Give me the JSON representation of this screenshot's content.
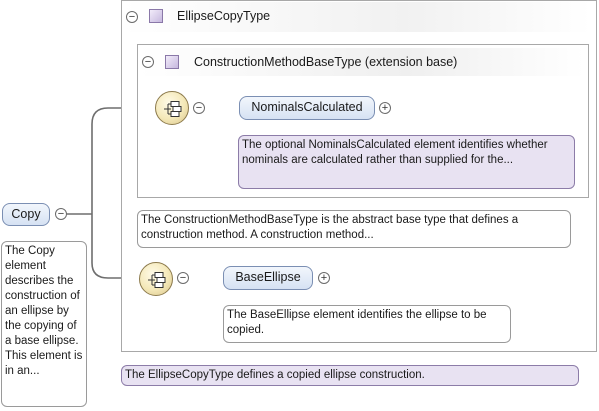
{
  "root": {
    "label": "Copy",
    "doc": "The Copy element describes the construction of an ellipse by the copying of a base ellipse. This element is in an..."
  },
  "outer": {
    "title": "EllipseCopyType",
    "doc": "The EllipseCopyType defines a copied ellipse construction."
  },
  "inner": {
    "title": "ConstructionMethodBaseType (extension base)",
    "doc": "The ConstructionMethodBaseType is the abstract base type that defines a construction method. A construction method..."
  },
  "elements": [
    {
      "label": "NominalsCalculated",
      "doc": "The optional NominalsCalculated element identifies whether nominals are calculated rather than supplied for the..."
    },
    {
      "label": "BaseEllipse",
      "doc": "The BaseEllipse element identifies the ellipse to be copied."
    }
  ],
  "icons": {
    "collapse": "minus-circle-icon",
    "expand": "plus-circle-icon",
    "type": "complex-type-icon",
    "sequence": "sequence-compositor-icon"
  },
  "colors": {
    "element_fill": "#dbe5f4",
    "type_doc_fill": "#e8e2f2",
    "border": "#a8a8a8"
  }
}
